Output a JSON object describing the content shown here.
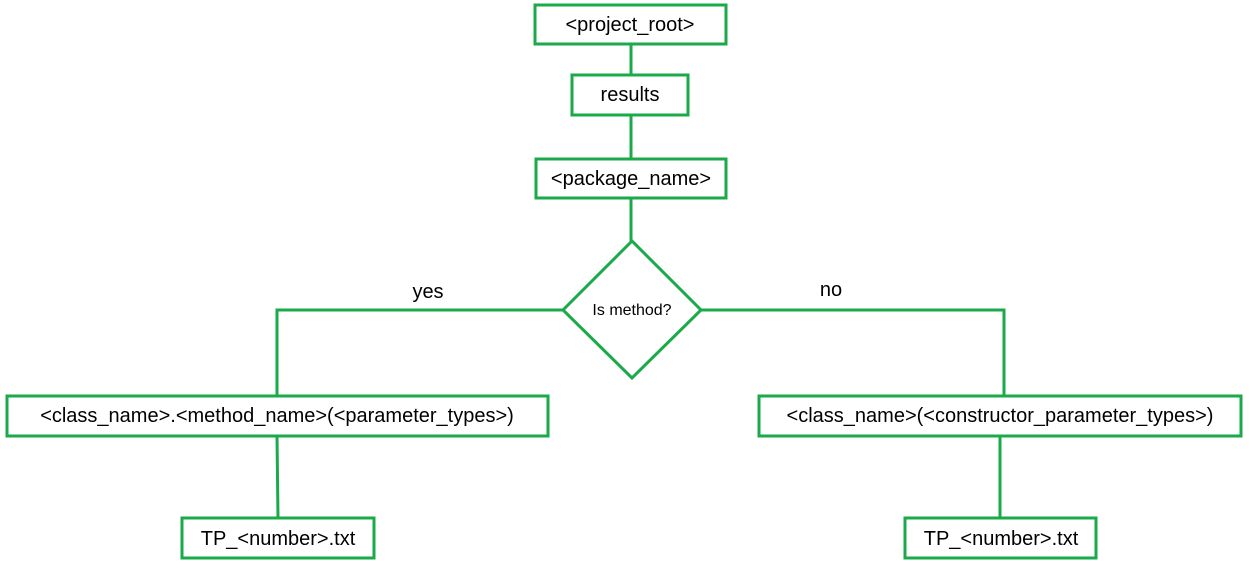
{
  "colors": {
    "stroke": "#1aaa4a",
    "text": "#000000",
    "background": "#ffffff"
  },
  "nodes": {
    "project_root": "<project_root>",
    "results": "results",
    "package_name": "<package_name>",
    "decision": "Is method?",
    "method_path": "<class_name>.<method_name>(<parameter_types>)",
    "constructor_path": "<class_name>(<constructor_parameter_types>)",
    "tp_file_left": "TP_<number>.txt",
    "tp_file_right": "TP_<number>.txt"
  },
  "edges": {
    "yes_label": "yes",
    "no_label": "no"
  }
}
